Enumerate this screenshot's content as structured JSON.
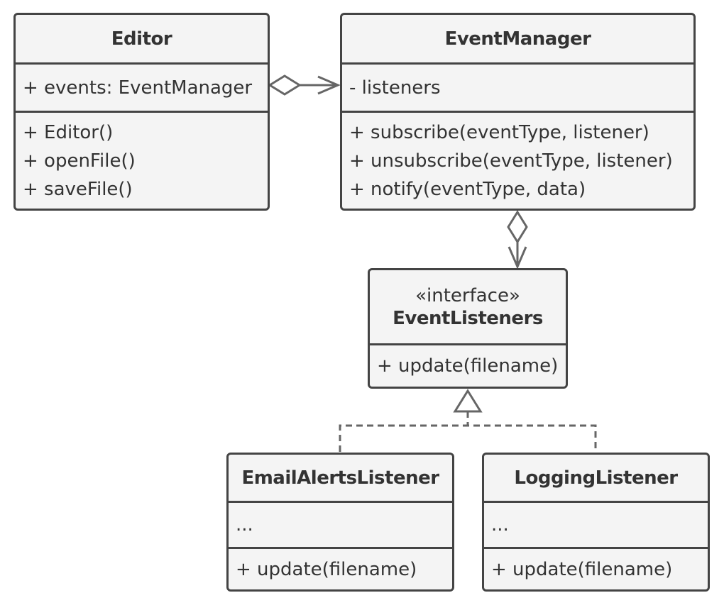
{
  "editor": {
    "name": "Editor",
    "fields": [
      "+ events: EventManager"
    ],
    "methods": [
      "+ Editor()",
      "+ openFile()",
      "+ saveFile()"
    ]
  },
  "event_manager": {
    "name": "EventManager",
    "fields": [
      "- listeners"
    ],
    "methods": [
      "+ subscribe(eventType, listener)",
      "+ unsubscribe(eventType, listener)",
      "+ notify(eventType, data)"
    ]
  },
  "event_listeners": {
    "stereotype": "«interface»",
    "name": "EventListeners",
    "methods": [
      "+ update(filename)"
    ]
  },
  "email_alerts_listener": {
    "name": "EmailAlertsListener",
    "fields": [
      "..."
    ],
    "methods": [
      "+ update(filename)"
    ]
  },
  "logging_listener": {
    "name": "LoggingListener",
    "fields": [
      "..."
    ],
    "methods": [
      "+ update(filename)"
    ]
  },
  "colors": {
    "border": "#444444",
    "fill": "#f4f4f4",
    "connector": "#666666"
  }
}
